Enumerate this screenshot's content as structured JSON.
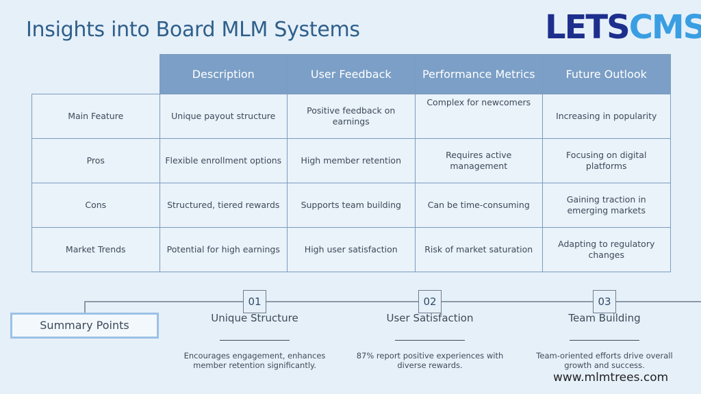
{
  "title": "Insights into Board MLM Systems",
  "logo": {
    "part1": "LETS",
    "part2": "CMS"
  },
  "table": {
    "headers": [
      "",
      "Description",
      "User Feedback",
      "Performance Metrics",
      "Future Outlook"
    ],
    "rows": [
      [
        "Main Feature",
        "Unique payout structure",
        "Positive feedback on earnings",
        "Complex for newcomers",
        "Increasing in popularity"
      ],
      [
        "Pros",
        "Flexible enrollment options",
        "High member retention",
        "Requires active management",
        "Focusing on digital platforms"
      ],
      [
        "Cons",
        "Structured, tiered rewards",
        "Supports team building",
        "Can be time-consuming",
        "Gaining traction in emerging markets"
      ],
      [
        "Market Trends",
        "Potential for high earnings",
        "High user satisfaction",
        "Risk of market saturation",
        "Adapting to regulatory changes"
      ]
    ]
  },
  "summary_label": "Summary Points",
  "steps": [
    {
      "num": "01",
      "title": "Unique Structure",
      "desc": "Encourages engagement, enhances member retention significantly."
    },
    {
      "num": "02",
      "title": "User Satisfaction",
      "desc": "87% report positive experiences with diverse rewards."
    },
    {
      "num": "03",
      "title": "Team Building",
      "desc": "Team-oriented efforts drive overall growth and success."
    }
  ],
  "website": "www.mlmtrees.com",
  "colors": {
    "accent": "#7b9fc6",
    "title": "#2e5f8a",
    "logo_dark": "#1d2f8c",
    "logo_light": "#3a9ee3"
  }
}
